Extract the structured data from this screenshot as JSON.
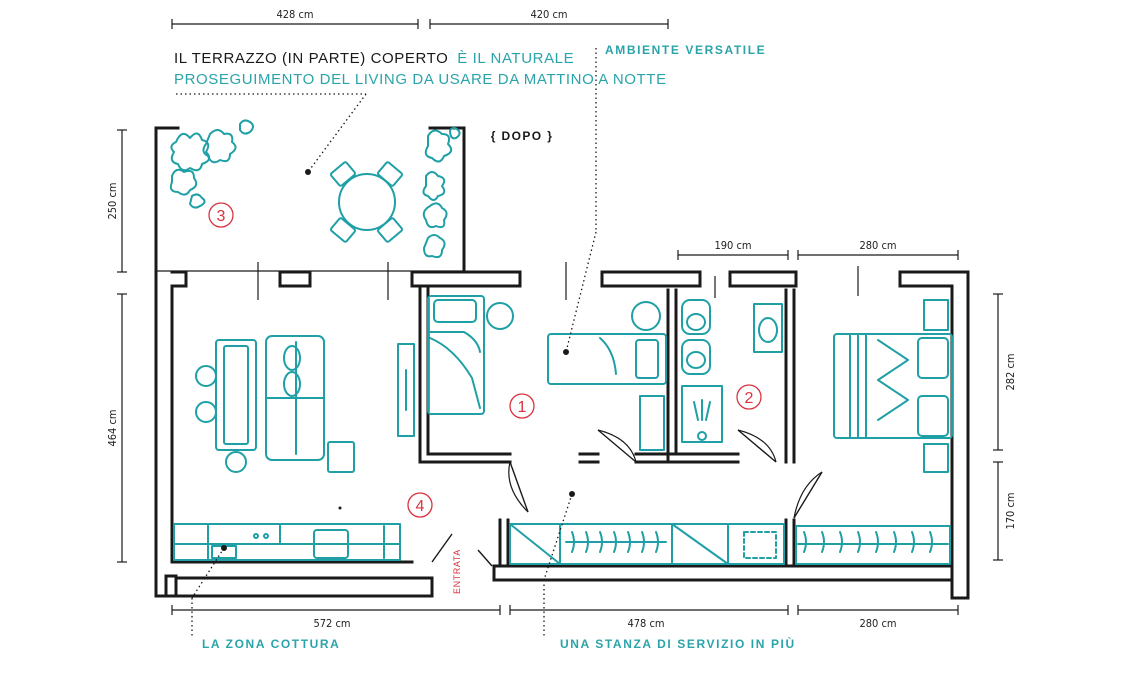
{
  "dimensions": {
    "top_left": "428 cm",
    "top_right": "420 cm",
    "terrace_height": "250 cm",
    "bath_width": "190 cm",
    "bedroom_width": "280 cm",
    "living_height": "464 cm",
    "bedroom_height": "282 cm",
    "closet_height": "170 cm",
    "bottom_left": "572 cm",
    "bottom_middle": "478 cm",
    "bottom_right": "280 cm"
  },
  "notes": {
    "terrace_dark": "IL TERRAZZO (IN PARTE) COPERTO",
    "terrace_accent_1": "È IL NATURALE",
    "terrace_accent_2": "PROSEGUIMENTO DEL LIVING DA USARE DA MATTINO A NOTTE",
    "versatile": "AMBIENTE VERSATILE",
    "cooking": "LA ZONA COTTURA",
    "service": "UNA STANZA DI SERVIZIO IN PIÙ",
    "dopo": "{ DOPO }",
    "entrata": "ENTRATA"
  },
  "room_numbers": [
    "1",
    "2",
    "3",
    "4"
  ],
  "colors": {
    "accent": "#1fa0a6",
    "marker": "#d9333f",
    "walls": "#1a1a1a"
  }
}
